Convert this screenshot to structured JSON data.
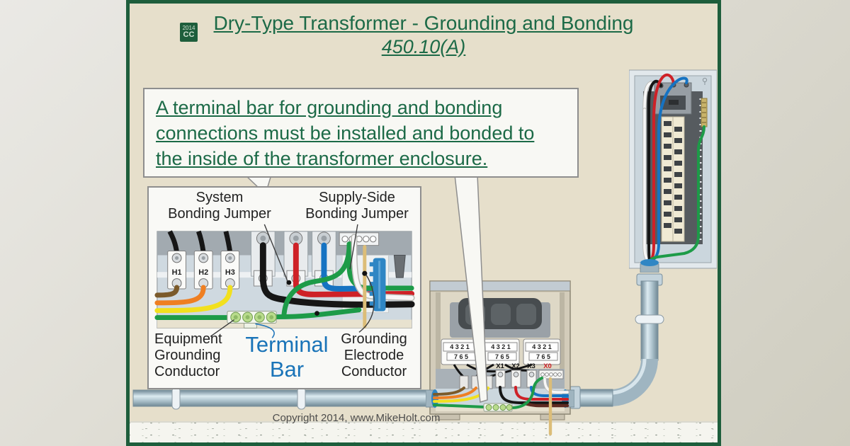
{
  "header": {
    "badge_year": "2014",
    "badge_cc": "CC",
    "title": "Dry-Type Transformer - Grounding and Bonding",
    "subtitle": "450.10(A)"
  },
  "callout": {
    "text": "A terminal bar for grounding and bonding connections must be installed and bonded to the inside of the transformer enclosure."
  },
  "inset": {
    "system_label": "System\nBonding Jumper",
    "supply_label": "Supply-Side\nBonding Jumper",
    "egc_label": "Equipment\nGrounding\nConductor",
    "terminal_bar_label": "Terminal\nBar",
    "gec_label": "Grounding\nElectrode\nConductor",
    "h_terminals": [
      "H1",
      "H2",
      "H3"
    ]
  },
  "transformer": {
    "x_labels": [
      "X1",
      "X2",
      "X3",
      "X0"
    ],
    "block_row_top": "4 3 2 1",
    "block_row_bottom": "7 6 5"
  },
  "footer": {
    "copyright": "Copyright 2014, www.MikeHolt.com"
  },
  "colors": {
    "frame_green": "#1e5e3c",
    "text_green": "#1c6a47",
    "terminal_bar_blue": "#1a74b8",
    "x0_red": "#cc2127",
    "conduit": "#a8bdc8",
    "ground_green_wire": "#1d9b48"
  }
}
